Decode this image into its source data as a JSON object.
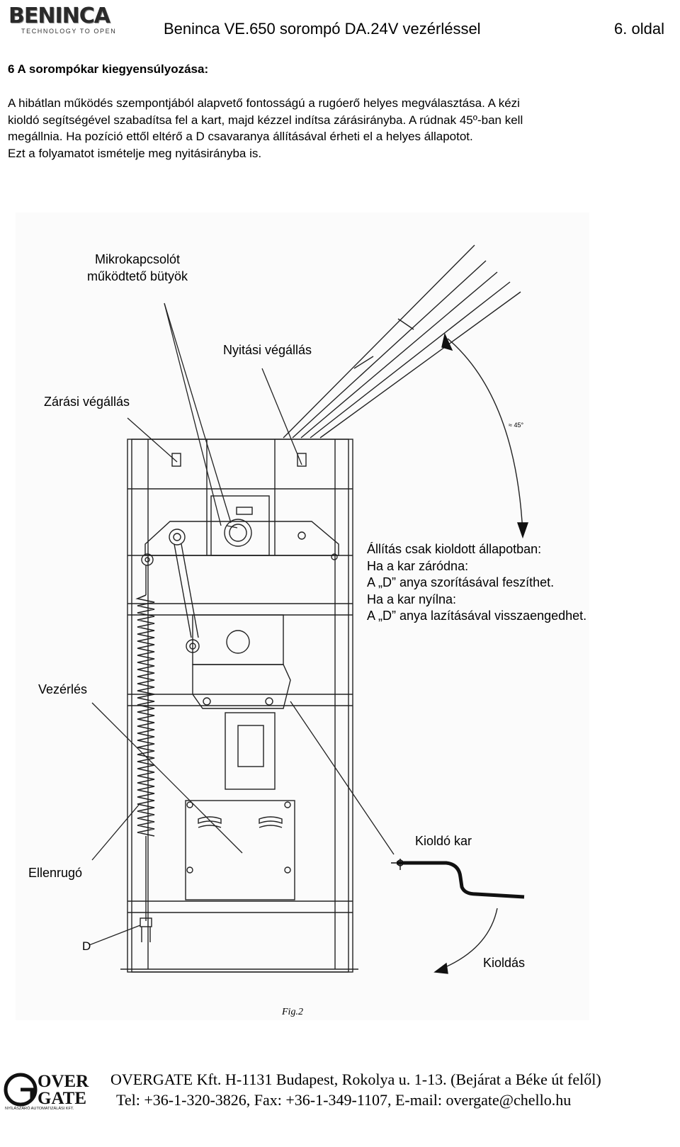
{
  "header": {
    "logo": {
      "brand": "BENINCA",
      "tagline": "TECHNOLOGY TO OPEN"
    },
    "doc_title": "Beninca VE.650 sorompó DA.24V vezérléssel",
    "page_number": "6. oldal"
  },
  "section": {
    "heading": "6 A sorompókar kiegyensúlyozása:",
    "paragraph_lines": [
      "A hibátlan működés szempontjából alapvető fontosságú a rugóerő helyes megválasztása. A kézi",
      "kioldó segítségével szabadítsa fel a kart, majd kézzel indítsa zárásirányba. A rúdnak 45º-ban kell",
      "megállnia. Ha pozíció ettől eltérő a D csavaranya állításával érheti el a helyes állapotot.",
      "Ezt a folyamatot ismételje meg nyitásirányba is."
    ]
  },
  "figure": {
    "labels": {
      "microswitch_cam_line1": "Mikrokapcsolót",
      "microswitch_cam_line2": "működtető bütyök",
      "open_end": "Nyitási végállás",
      "close_end": "Zárási végállás",
      "angle": "≈ 45°",
      "adjust_line1": "Állítás csak kioldott állapotban:",
      "adjust_line2": "Ha a kar záródna:",
      "adjust_line3": "A „D” anya szorításával feszíthet.",
      "adjust_line4": "Ha a kar nyílna:",
      "adjust_line5": "A „D” anya lazításával visszaengedhet.",
      "control": "Vezérlés",
      "release_lever": "Kioldó kar",
      "counter_spring": "Ellenrugó",
      "d_nut": "D",
      "release": "Kioldás",
      "caption": "Fig.2"
    }
  },
  "footer": {
    "logo": {
      "line1": "OVER",
      "line2": "GATE",
      "sub": "NYÍLÁSZÁRÓ AUTOMATIZÁLÁSI KFT."
    },
    "line1": "OVERGATE Kft. H-1131 Budapest, Rokolya u. 1-13. (Bejárat a Béke út felől)",
    "line2": "Tel: +36-1-320-3826, Fax: +36-1-349-1107, E-mail: overgate@chello.hu"
  }
}
